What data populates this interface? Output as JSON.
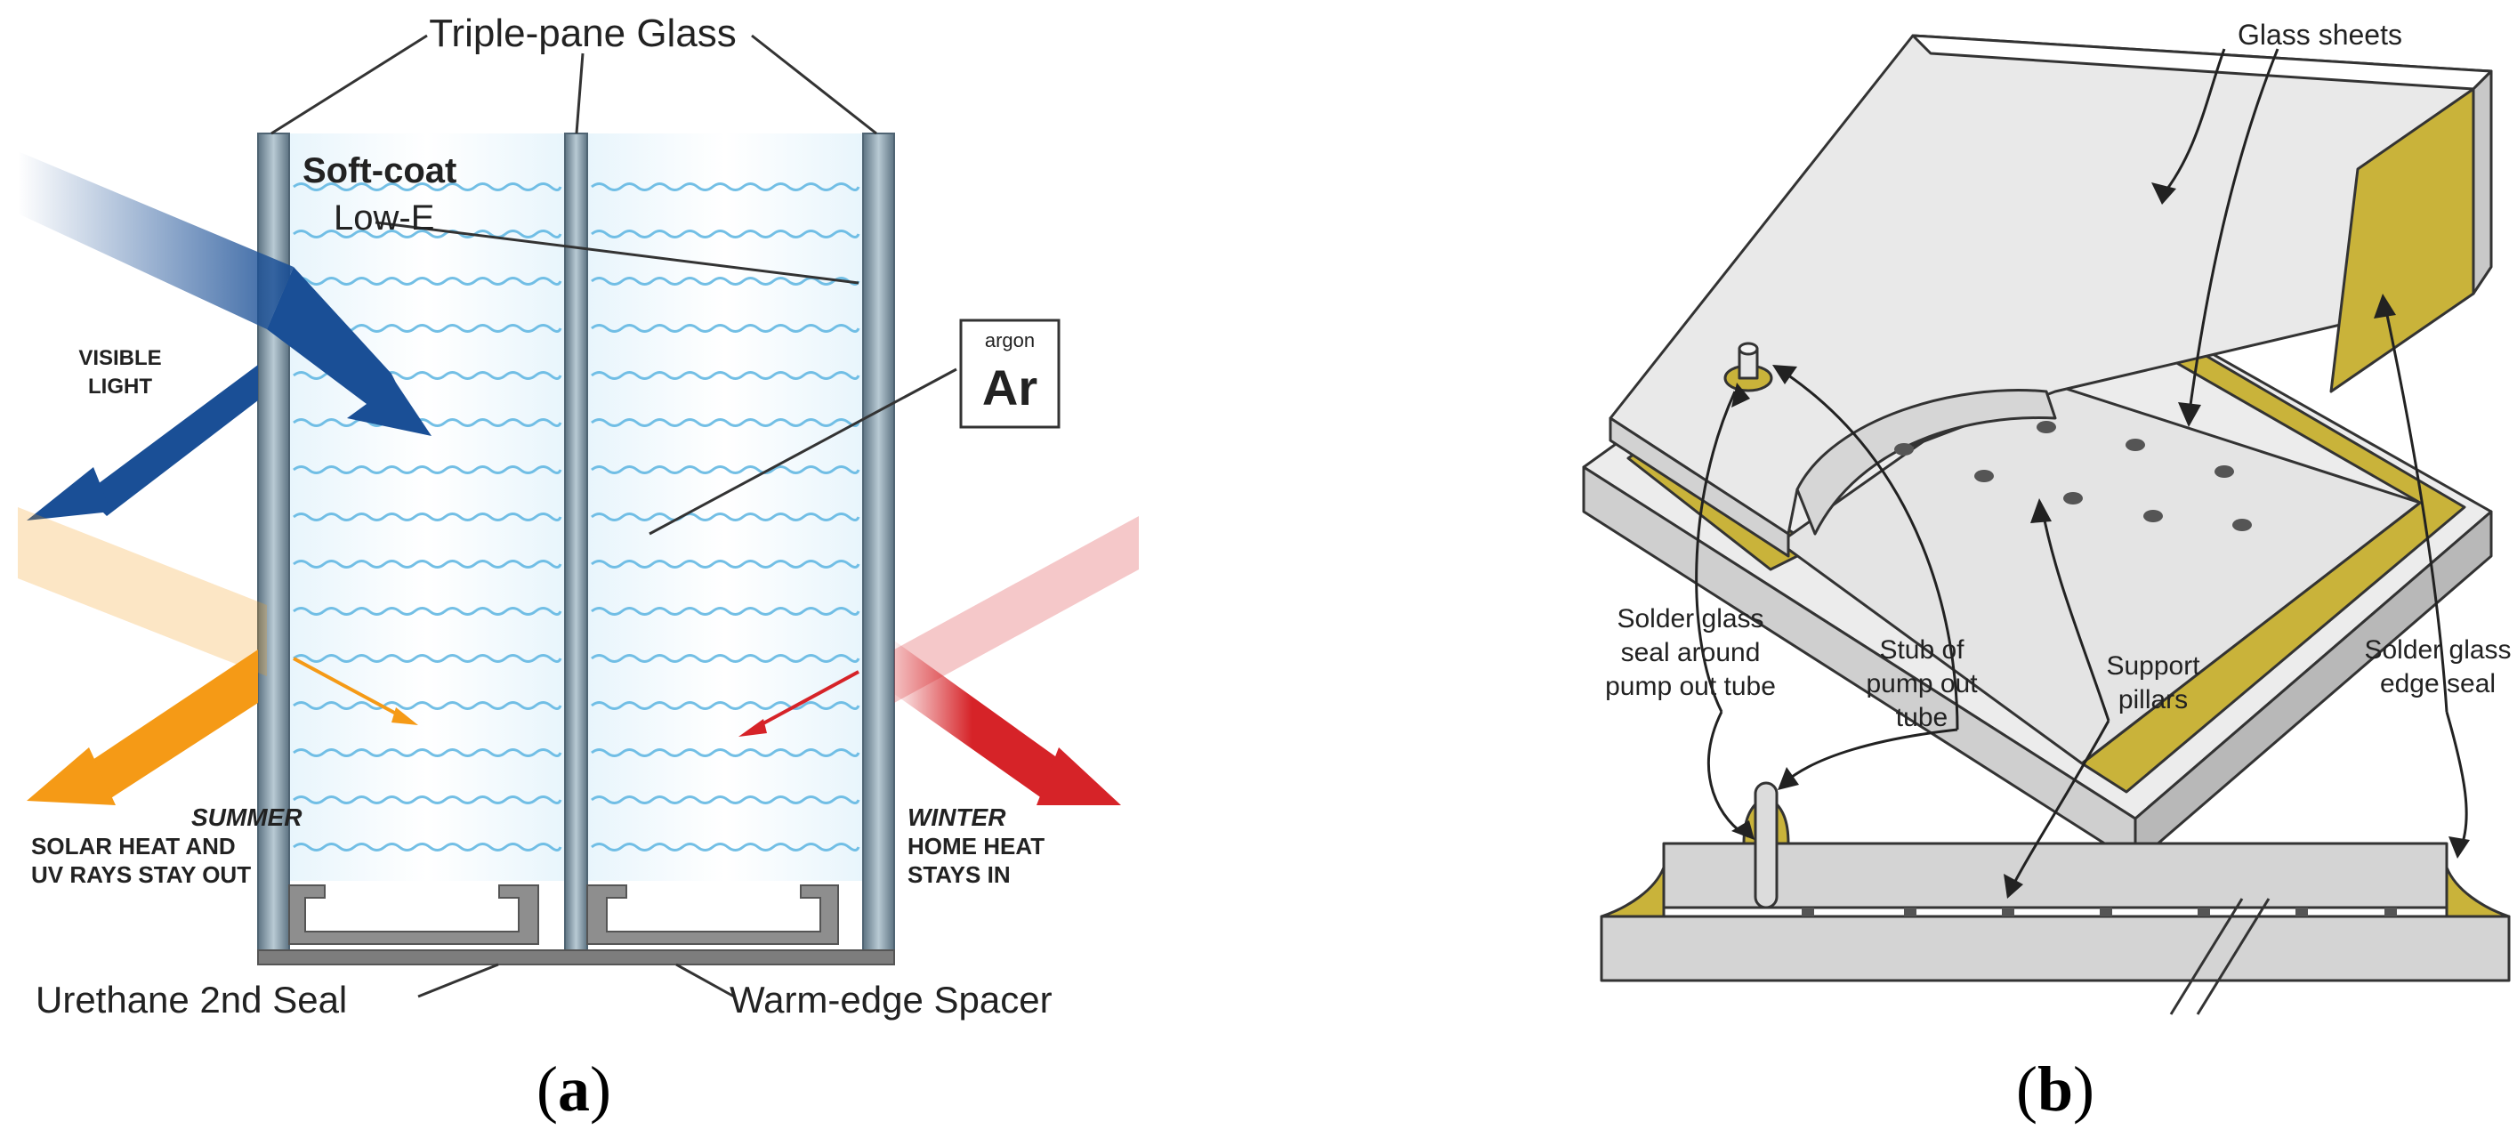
{
  "panel_a": {
    "caption_open": "(",
    "caption_letter": "a",
    "caption_close": ")",
    "label_glass": "Triple-pane Glass",
    "label_softcoat": "Soft-coat",
    "label_lowe": "Low-E",
    "label_argon_small": "argon",
    "label_argon_symbol": "Ar",
    "label_visible_1": "VISIBLE",
    "label_visible_2": "LIGHT",
    "label_summer": "SUMMER",
    "label_summer_1": "SOLAR HEAT AND",
    "label_summer_2": "UV RAYS STAY OUT",
    "label_winter": "WINTER",
    "label_winter_1": "HOME HEAT",
    "label_winter_2": "STAYS IN",
    "label_urethane": "Urethane 2nd Seal",
    "label_spacer": "Warm-edge Spacer",
    "colors": {
      "visible": "#1a4f96",
      "summer": "#f59a16",
      "winter": "#d62328",
      "glass": "#6f8796",
      "wave": "#5ab4e0"
    }
  },
  "panel_b": {
    "caption_open": "(",
    "caption_letter": "b",
    "caption_close": ")",
    "label_glass_sheets": "Glass sheets",
    "label_solder_tube_1": "Solder glass",
    "label_solder_tube_2": "seal around",
    "label_solder_tube_3": "pump out tube",
    "label_stub_1": "Stub of",
    "label_stub_2": "pump out",
    "label_stub_3": "tube",
    "label_pillars_1": "Support",
    "label_pillars_2": "pillars",
    "label_edge_1": "Solder glass",
    "label_edge_2": "edge seal",
    "colors": {
      "glass": "#d9d9d9",
      "seal": "#c9b33a",
      "outline": "#333333"
    }
  }
}
